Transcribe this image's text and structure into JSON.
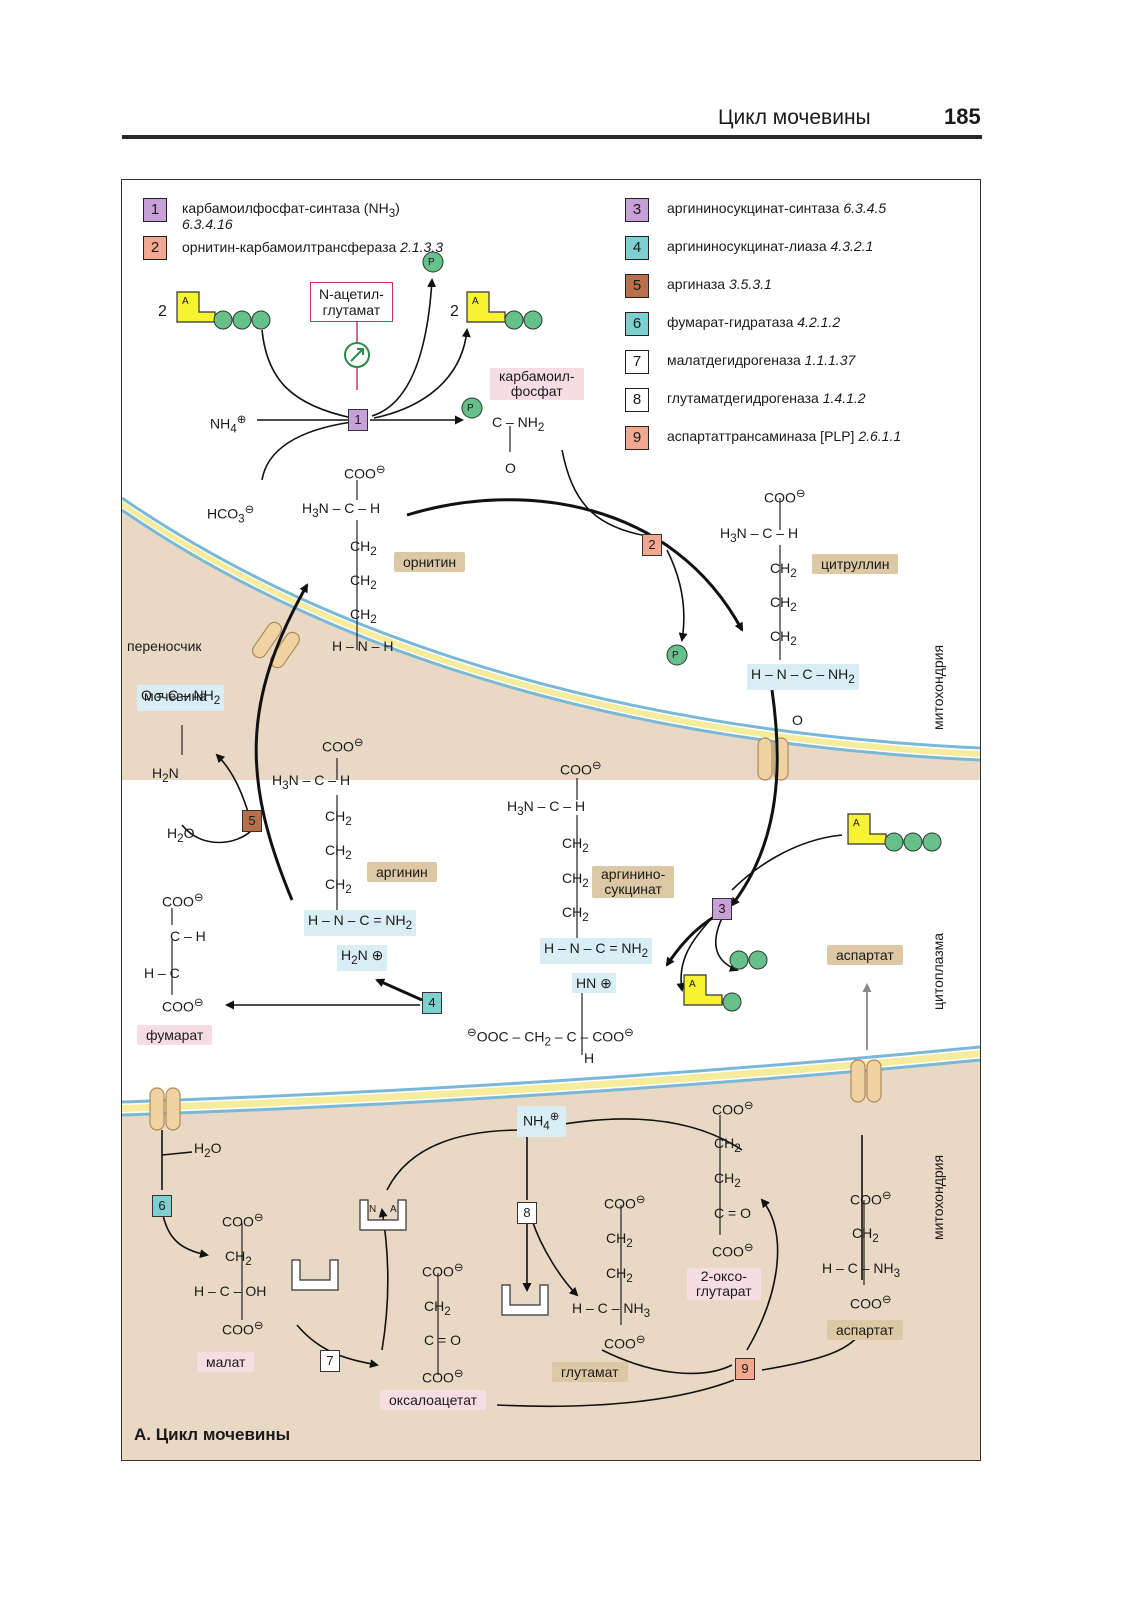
{
  "header": {
    "title": "Цикл мочевины",
    "page_number": "185"
  },
  "figure_title": "А. Цикл мочевины",
  "legend": [
    {
      "num": "1",
      "name": "карбамоилфосфат-синтаза (NH",
      "sub": "3",
      "close": ")",
      "ec": "6.3.4.16",
      "color": "#c8a0d8"
    },
    {
      "num": "2",
      "name": "орнитин-карбамоилтрансфераза",
      "ec": "2.1.3.3",
      "color": "#f0a890"
    },
    {
      "num": "3",
      "name": "аргининосукцинат-синтаза",
      "ec": "6.3.4.5",
      "color": "#c8a0d8"
    },
    {
      "num": "4",
      "name": "аргининосукцинат-лиаза",
      "ec": "4.3.2.1",
      "color": "#7ecfd0"
    },
    {
      "num": "5",
      "name": "аргиназа",
      "ec": "3.5.3.1",
      "color": "#b8704a"
    },
    {
      "num": "6",
      "name": "фумарат-гидратаза",
      "ec": "4.2.1.2",
      "color": "#7ecfd0"
    },
    {
      "num": "7",
      "name": "малатдегидрогеназа",
      "ec": "1.1.1.37",
      "color": "#ffffff"
    },
    {
      "num": "8",
      "name": "глутаматдегидрогеназа",
      "ec": "1.4.1.2",
      "color": "#ffffff"
    },
    {
      "num": "9",
      "name": "аспартаттрансаминаза [PLP]",
      "ec": "2.6.1.1",
      "color": "#f0a890"
    }
  ],
  "labels": {
    "n_acetyl": "N-ацетил-",
    "glutamate_word": "глутамат",
    "carbamoyl": "карбамоил-",
    "phosphate": "фосфат",
    "ornithine": "орнитин",
    "citrulline": "цитруллин",
    "carrier": "переносчик",
    "urea": "мочевина",
    "arginine": "аргинин",
    "argininosucc_1": "аргинино-",
    "argininosucc_2": "сукцинат",
    "fumarate": "фумарат",
    "aspartate": "аспартат",
    "malate": "малат",
    "oxaloacetate": "оксалоацетат",
    "glutamate": "глутамат",
    "oxoglutarate_1": "2-оксо-",
    "oxoglutarate_2": "глутарат",
    "mitochondria": "митохондрия",
    "cytoplasm": "цитоплазма"
  },
  "cofactors": {
    "p": "P",
    "a": "A",
    "n": "N",
    "two": "2"
  }
}
